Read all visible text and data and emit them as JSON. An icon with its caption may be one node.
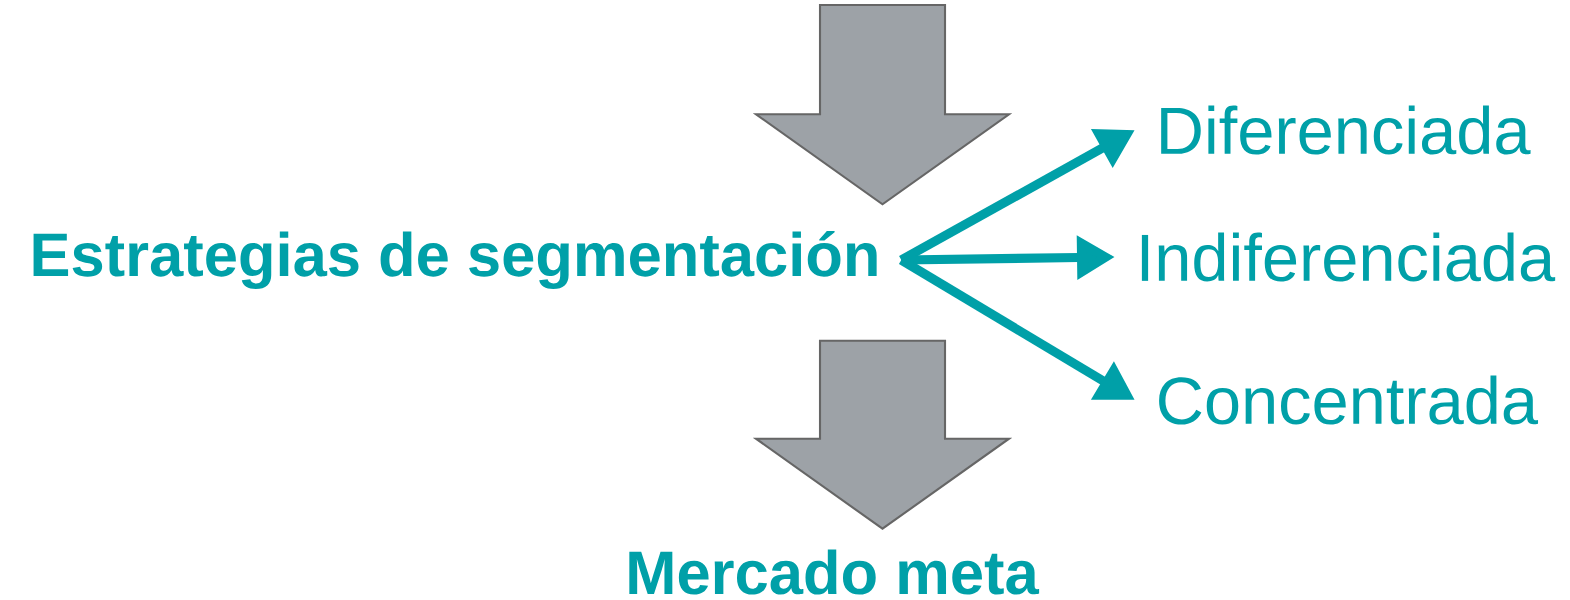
{
  "diagram": {
    "nodes": [
      {
        "text": [
          "Estrategias de segmentación"
        ]
      },
      {
        "text": [
          "Diferenciada"
        ]
      },
      {
        "text": [
          "Indiferenciada"
        ]
      },
      {
        "text": [
          "Concentrada"
        ]
      },
      {
        "text": [
          "Mercado meta"
        ]
      }
    ],
    "edges": [
      {
        "from": null,
        "to": 0,
        "arrow": "to",
        "style": "thick",
        "color": "#9da2a7"
      },
      {
        "from": 0,
        "to": 1,
        "arrow": "to"
      },
      {
        "from": 0,
        "to": 2,
        "arrow": "to"
      },
      {
        "from": 0,
        "to": 3,
        "arrow": "to"
      },
      {
        "from": 0,
        "to": 4,
        "arrow": "to",
        "style": "thick",
        "color": "#9da2a7"
      }
    ]
  }
}
